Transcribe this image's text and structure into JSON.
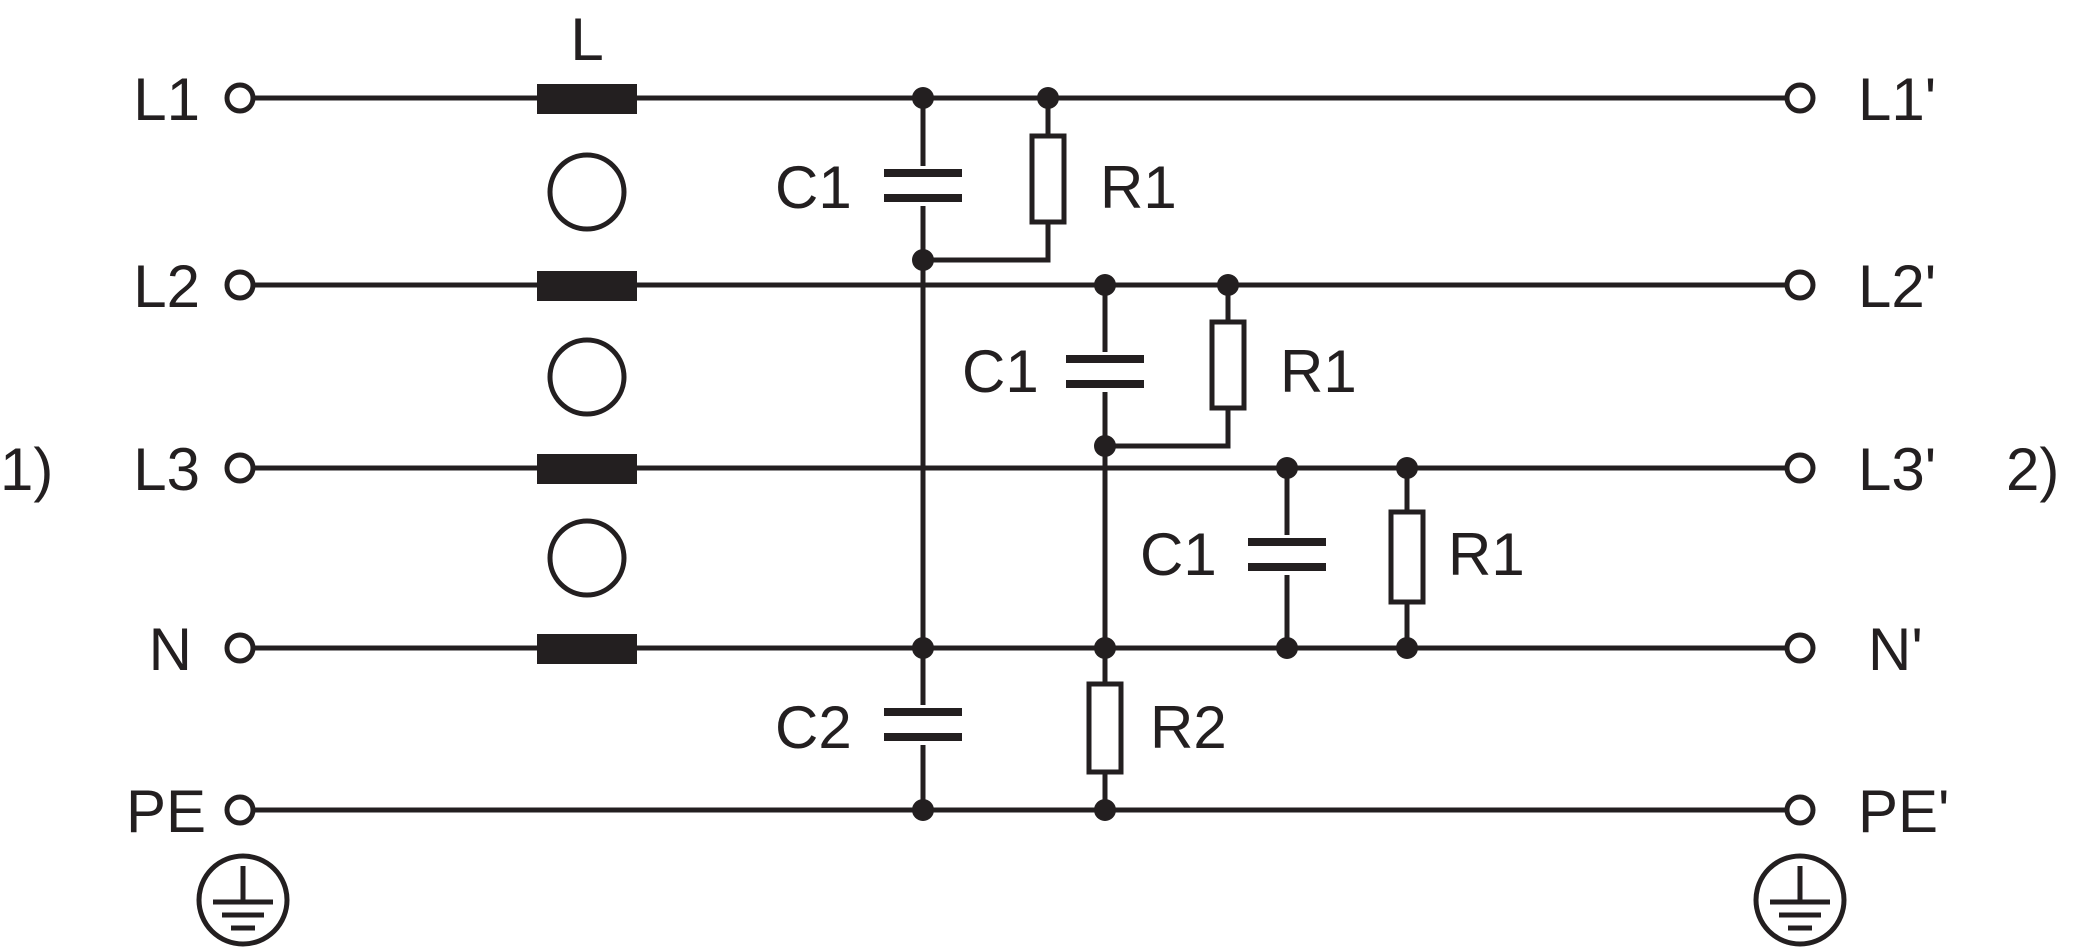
{
  "diagram": {
    "input_side_label": "1)",
    "output_side_label": "2)",
    "inductor_label": "L",
    "inputs": {
      "l1": "L1",
      "l2": "L2",
      "l3": "L3",
      "n": "N",
      "pe": "PE"
    },
    "outputs": {
      "l1": "L1'",
      "l2": "L2'",
      "l3": "L3'",
      "n": "N'",
      "pe": "PE'"
    },
    "components": {
      "c1_l1_l2": "C1",
      "r1_l1_l2": "R1",
      "c1_l2_l3": "C1",
      "r1_l2_l3": "R1",
      "c1_l3_n": "C1",
      "r1_l3_n": "R1",
      "c2_n_pe": "C2",
      "r2_n_pe": "R2"
    },
    "icons": {
      "input_ground": "protective-earth-icon",
      "output_ground": "protective-earth-icon"
    }
  }
}
